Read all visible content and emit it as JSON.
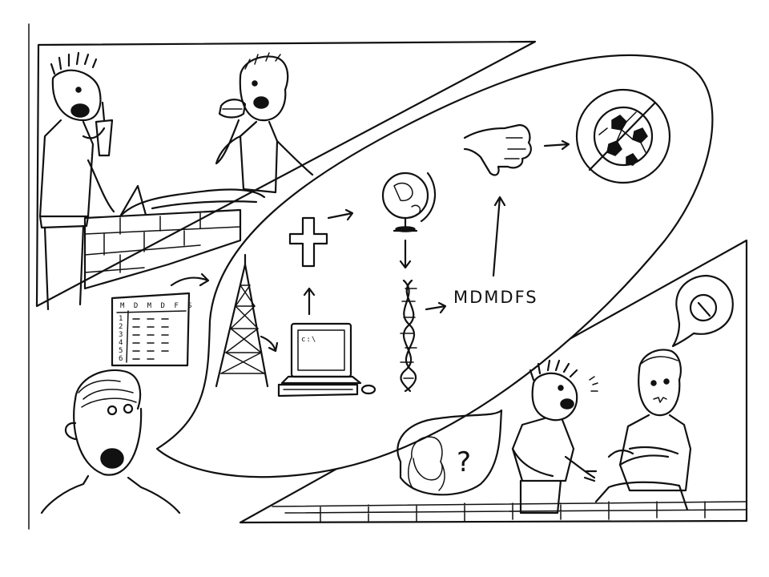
{
  "thought_text": "MDMDFS",
  "calendar": {
    "header": "M D M D F S",
    "rows": [
      "1",
      "2",
      "3",
      "4",
      "5",
      "6"
    ]
  },
  "monitor_text": "c:\\",
  "bubble_question_mark": "?"
}
